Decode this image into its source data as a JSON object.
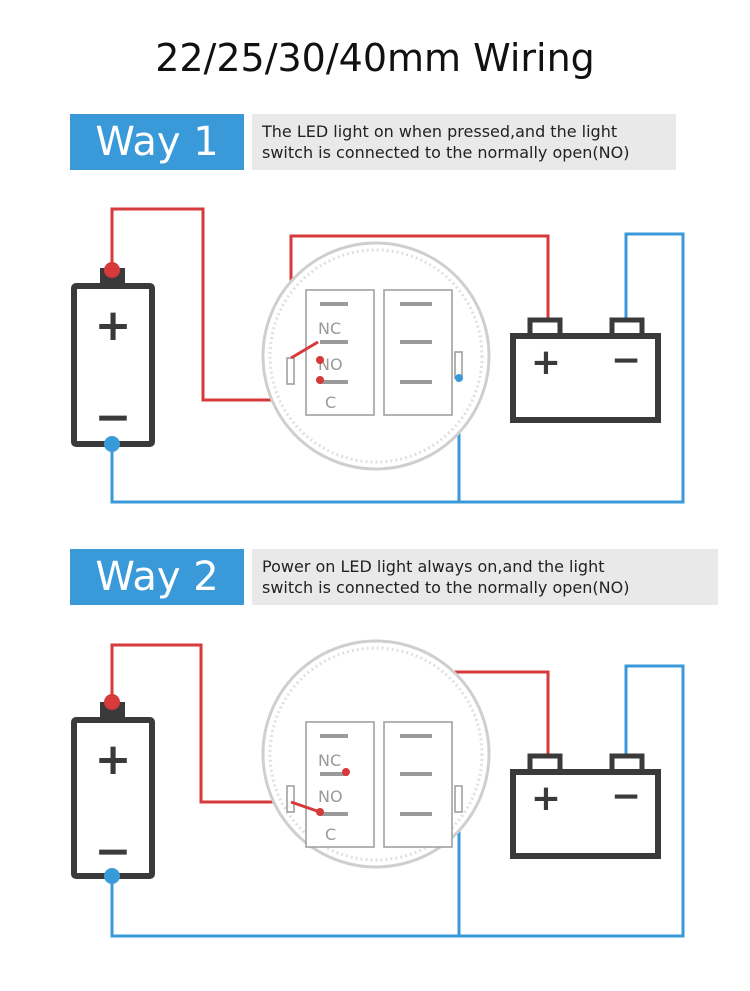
{
  "title": "22/25/30/40mm Wiring",
  "colors": {
    "accent": "#3a9ad9",
    "positive_wire": "#d63a3a",
    "negative_wire": "#3a9ad9",
    "outline": "#3a3a3a"
  },
  "way1": {
    "label": "Way 1",
    "description": "The LED light on when pressed,and the light\nswitch is connected to the normally open(NO)"
  },
  "way2": {
    "label": "Way 2",
    "description": "Power on LED light always on,and the light\nswitch is connected to the normally open(NO)"
  },
  "switch_terminals": {
    "nc": "NC",
    "no": "NO",
    "c": "C"
  },
  "battery_symbols": {
    "plus": "+",
    "minus": "−"
  }
}
